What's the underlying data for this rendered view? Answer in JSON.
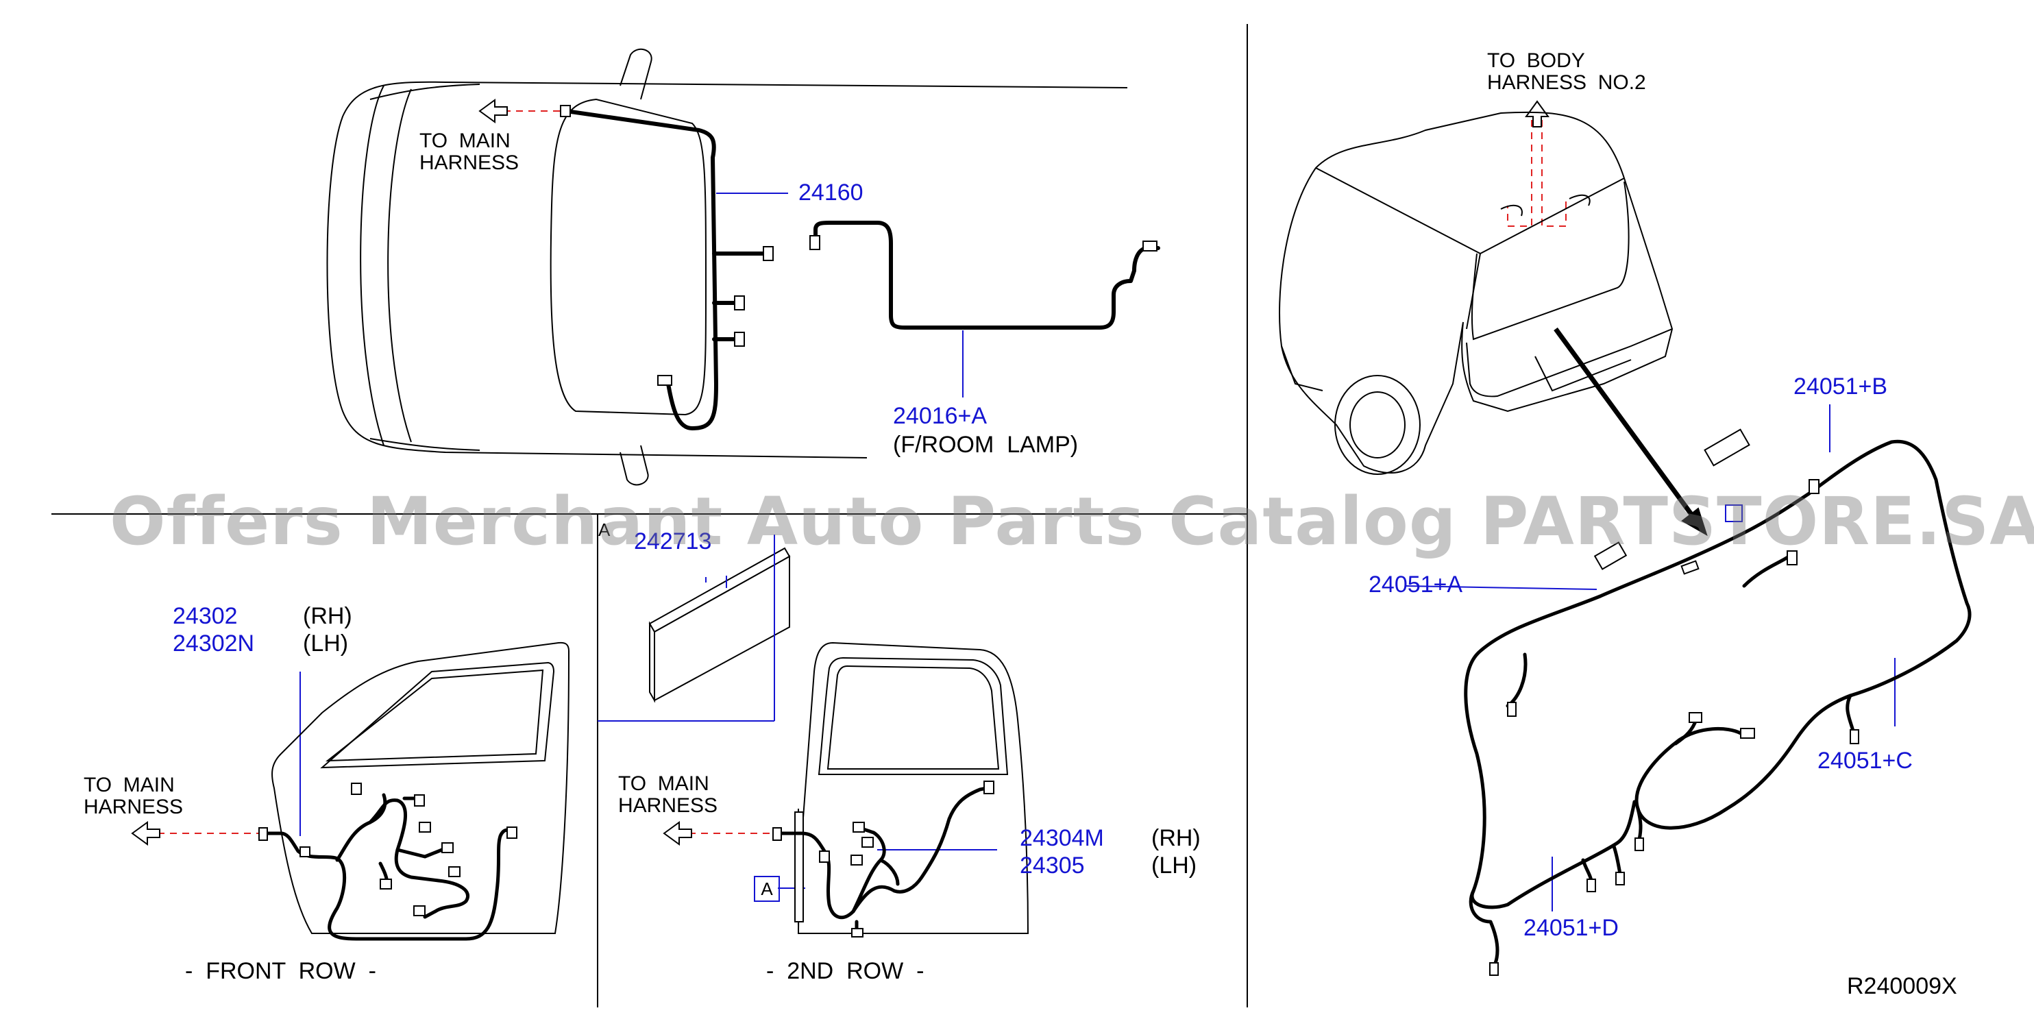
{
  "colors": {
    "part_number": "#1414d2",
    "line": "#000000",
    "leader": "#1414d2",
    "dashed_connector": "#e02020",
    "watermark": "#8a8a8a"
  },
  "labels": {
    "to_main_harness_top": "TO  MAIN\nHARNESS",
    "p24160": "24160",
    "p24016a": "24016+A",
    "f_room_lamp": "(F/ROOM  LAMP)",
    "to_body_harness": "TO  BODY\nHARNESS  NO.2",
    "p24051b": "24051+B",
    "p24051a": "24051+A",
    "p24051c": "24051+C",
    "p24051d": "24051+D",
    "p24302": "24302",
    "p24302n": "24302N",
    "rh_front": "(RH)",
    "lh_front": "(LH)",
    "to_main_harness_front": "TO  MAIN\nHARNESS",
    "p242713": "242713",
    "callout_a_top": "A",
    "to_main_harness_rear": "TO  MAIN\nHARNESS",
    "callout_a_box": "A",
    "p24304m": "24304M",
    "p24305": "24305",
    "rh_rear": "(RH)",
    "lh_rear": "(LH)",
    "front_row": "-  FRONT  ROW  -",
    "second_row": "-  2ND  ROW  -",
    "drawing_code": "R240009X",
    "watermark": "Offers Merchant Auto Parts Catalog PARTSTORE.SA"
  }
}
